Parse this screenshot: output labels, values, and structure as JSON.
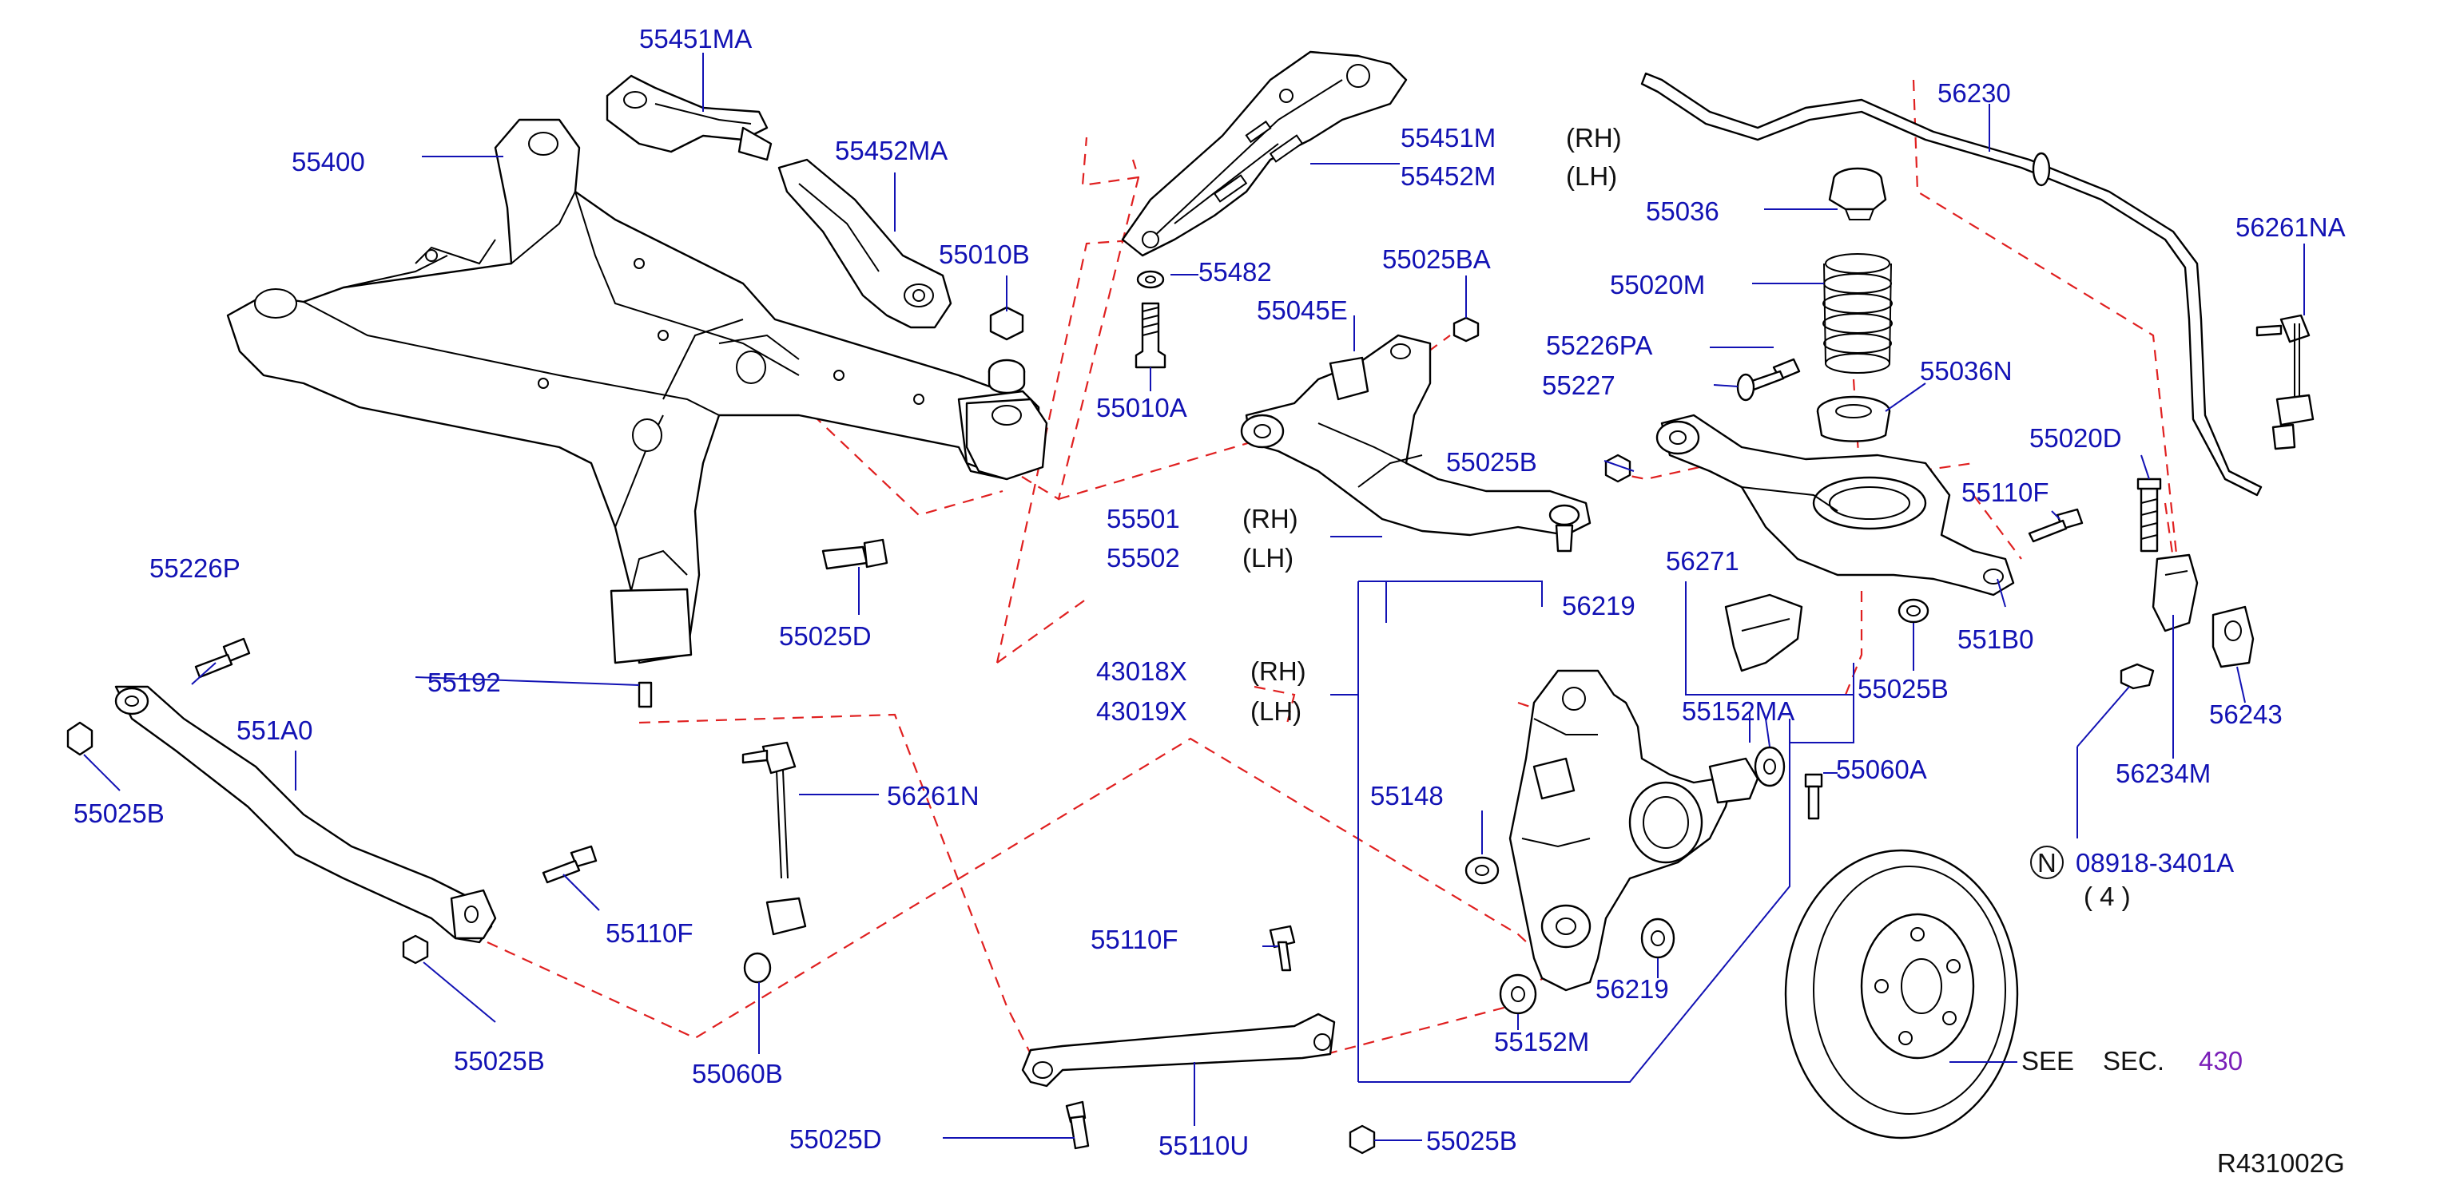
{
  "diagram": {
    "labels": {
      "p55451MA": "55451MA",
      "p55400": "55400",
      "p55452MA": "55452MA",
      "p55010B": "55010B",
      "p55010A": "55010A",
      "p55482": "55482",
      "p55451M": "55451M",
      "p55452M": "55452M",
      "rh1": "(RH)",
      "lh1": "(LH)",
      "p56230": "56230",
      "p55036": "55036",
      "p55020M": "55020M",
      "p56261NA": "56261NA",
      "p55025BA": "55025BA",
      "p55045E": "55045E",
      "p55226PA": "55226PA",
      "p55227": "55227",
      "p55036N": "55036N",
      "p55025B_c": "55025B",
      "p55020D": "55020D",
      "p55501": "55501",
      "rh2": "(RH)",
      "p55502": "55502",
      "lh2": "(LH)",
      "p55110F_r": "55110F",
      "p56271": "56271",
      "p56219_t": "56219",
      "p55226P": "55226P",
      "p55025D_t": "55025D",
      "p551B0": "551B0",
      "p55025B_r": "55025B",
      "p56243": "56243",
      "p55192": "55192",
      "p43018X": "43018X",
      "rh3": "(RH)",
      "p43019X": "43019X",
      "lh3": "(LH)",
      "p55152MA": "55152MA",
      "p551A0": "551A0",
      "p55060A": "55060A",
      "p56234M": "56234M",
      "p55025B_l": "55025B",
      "p56261N": "56261N",
      "p55148": "55148",
      "n_symbol": "N",
      "p08918": "08918-3401A",
      "qty": "( 4 )",
      "p55110F_l": "55110F",
      "p55110F_m": "55110F",
      "p56219_b": "56219",
      "p55025B_bl": "55025B",
      "p55060B": "55060B",
      "p55152M": "55152M",
      "see": "SEE",
      "sec": "SEC.",
      "sec_num": "430",
      "p55025D_b": "55025D",
      "p55110U": "55110U",
      "p55025B_b": "55025B",
      "ref": "R431002G"
    }
  }
}
